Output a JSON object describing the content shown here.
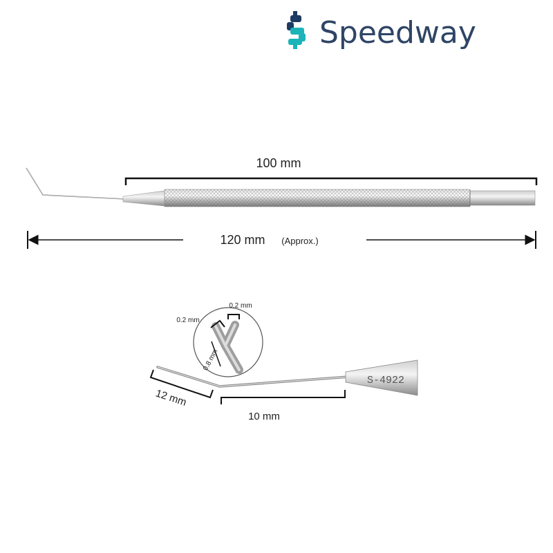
{
  "brand": {
    "name": "Speedway",
    "colors": {
      "text": "#2f4566",
      "accent_top": "#1f3b63",
      "accent_teal": "#1cb4b8"
    }
  },
  "full_view": {
    "handle_length_label": "100 mm",
    "total_length_label": "120 mm",
    "total_length_note": "(Approx.)"
  },
  "detail_view": {
    "tip_lengths": [
      "0.2 mm",
      "0.2 mm",
      "0.8 mm"
    ],
    "bent_tip_length": "12 mm",
    "shaft_length": "10 mm",
    "engraved_code": "S-4922"
  }
}
